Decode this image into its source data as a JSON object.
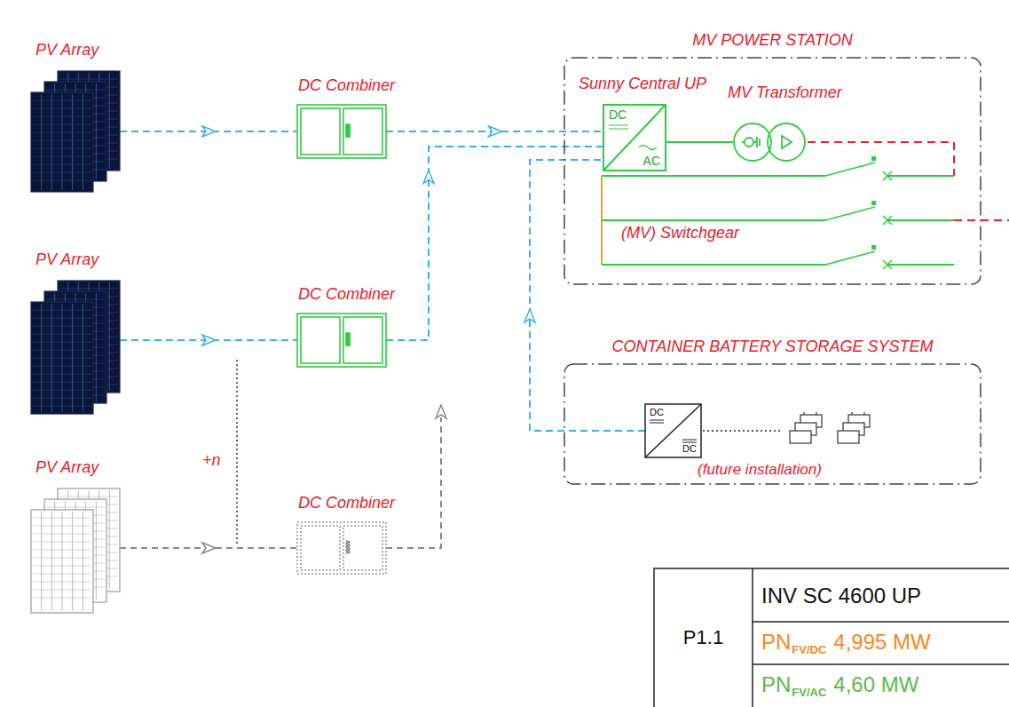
{
  "diagram": {
    "nodes": [
      {
        "text": [
          "PV Array"
        ]
      },
      {
        "text": [
          "DC Combiner"
        ]
      },
      {
        "text": [
          "MV POWER STATION"
        ]
      },
      {
        "text": [
          "Sunny Central UP",
          "DC",
          "AC"
        ],
        "in": 2
      },
      {
        "text": [
          "MV Transformer"
        ],
        "in": 2
      },
      {
        "text": [
          "(MV) Switchgear"
        ],
        "in": 2
      },
      {
        "text": [
          "PV Array"
        ]
      },
      {
        "text": [
          "DC Combiner"
        ]
      },
      {
        "text": [
          "CONTAINER BATTERY STORAGE SYSTEM",
          "(future installation)"
        ]
      },
      {
        "text": [
          "DC",
          "DC"
        ],
        "in": 8
      },
      {
        "text": [
          "PV Array"
        ]
      },
      {
        "text": [
          "DC Combiner"
        ]
      }
    ],
    "edges": [
      {
        "from": 0,
        "to": 1,
        "arrow": "to"
      },
      {
        "from": 1,
        "to": 3,
        "arrow": "to"
      },
      {
        "from": 3,
        "to": 4,
        "arrow": "none"
      },
      {
        "from": 4,
        "to": 5,
        "arrow": "none"
      },
      {
        "from": 6,
        "to": 7,
        "arrow": "to"
      },
      {
        "from": 7,
        "to": 3,
        "arrow": "to"
      },
      {
        "from": 9,
        "to": 3,
        "arrow": "to"
      },
      {
        "from": 10,
        "to": 11,
        "arrow": "to"
      }
    ],
    "labels": [
      "+n",
      "P1.1",
      "INV SC 4600 UP",
      "PN",
      "FV/DC",
      "4,995 MW",
      "PN",
      "FV/AC",
      "4,60 MW"
    ]
  }
}
